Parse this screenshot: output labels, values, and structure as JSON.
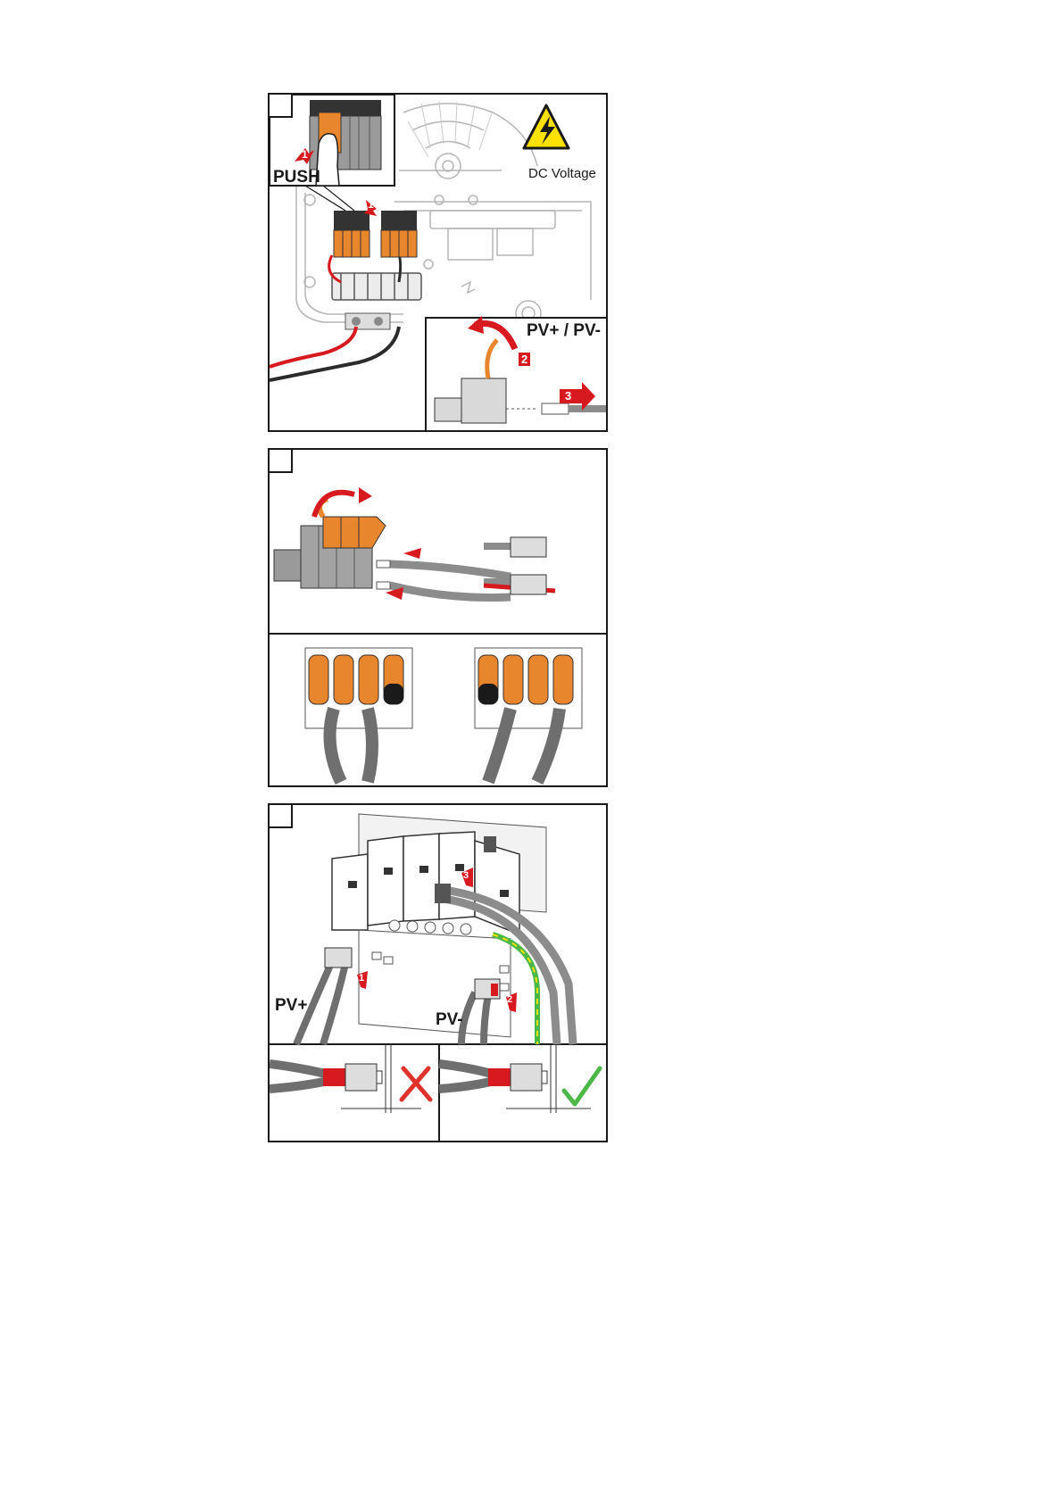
{
  "panels": [
    {
      "inset_label": "PUSH",
      "warning_label": "DC Voltage",
      "sub_label": "PV+ / PV-",
      "callouts": [
        "1",
        "1",
        "2",
        "3"
      ]
    },
    {
      "callouts": []
    },
    {
      "labels": [
        "PV+",
        "PV-"
      ],
      "callouts": [
        "1",
        "2",
        "3"
      ]
    }
  ],
  "colors": {
    "orange": "#e8862e",
    "red": "#d71920",
    "gray": "#8c8c8c",
    "dark": "#1a1a1a",
    "yellow": "#ffe100",
    "check_green": "#4cb848",
    "cross_red": "#e0312b"
  }
}
